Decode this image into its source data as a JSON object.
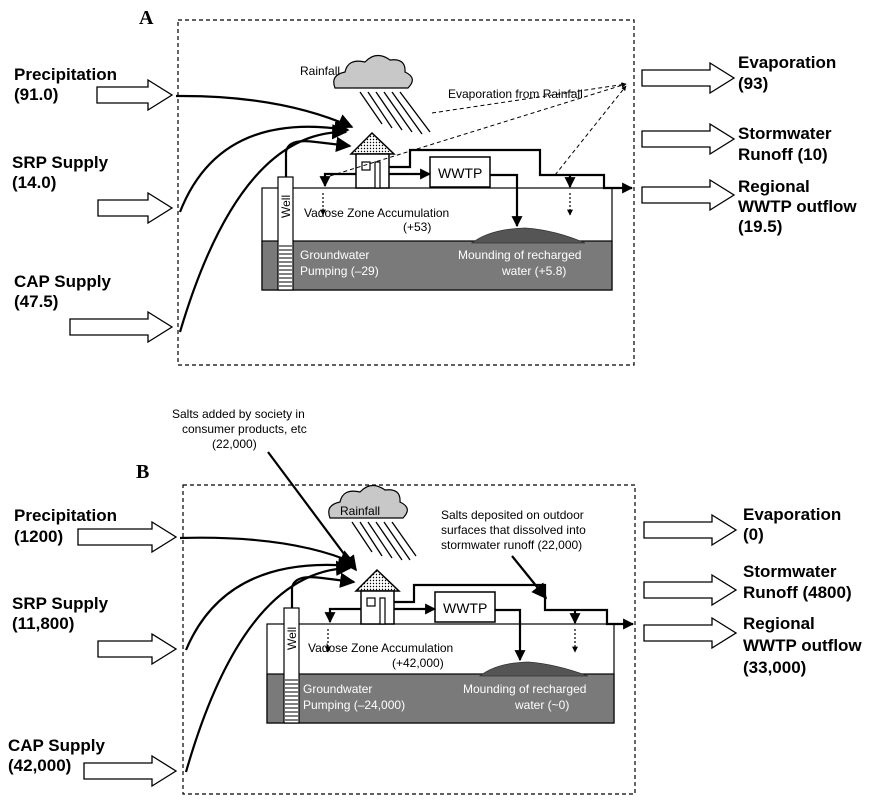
{
  "panel_a": {
    "letter": "A",
    "inputs": {
      "precipitation": {
        "label": "Precipitation",
        "value": "(91.0)"
      },
      "srp": {
        "label": "SRP Supply",
        "value": "(14.0)"
      },
      "cap": {
        "label": "CAP Supply",
        "value": "(47.5)"
      }
    },
    "outputs": {
      "evaporation": {
        "label": "Evaporation",
        "value": "(93)"
      },
      "stormwater": {
        "line1": "Stormwater",
        "line2": "Runoff (10)"
      },
      "wwtp_outflow": {
        "line1": "Regional",
        "line2": "WWTP outflow",
        "line3": "(19.5)"
      }
    },
    "rainfall": "Rainfall",
    "evap_from_rainfall": "Evaporation from Rainfall",
    "wwtp": "WWTP",
    "well": "Well",
    "vadose": {
      "line1": "Vadose Zone Accumulation",
      "line2": "(+53)"
    },
    "groundwater": {
      "line1": "Groundwater",
      "line2": "Pumping (–29)"
    },
    "mounding": {
      "line1": "Mounding of recharged",
      "line2": "water (+5.8)"
    }
  },
  "panel_b": {
    "letter": "B",
    "salts_added": {
      "line1": "Salts added by society in",
      "line2": "consumer products, etc",
      "line3": "(22,000)"
    },
    "inputs": {
      "precipitation": {
        "label": "Precipitation",
        "value": "(1200)"
      },
      "srp": {
        "label": "SRP Supply",
        "value": "(11,800)"
      },
      "cap": {
        "label": "CAP Supply",
        "value": "(42,000)"
      }
    },
    "outputs": {
      "evaporation": {
        "label": "Evaporation",
        "value": "(0)"
      },
      "stormwater": {
        "line1": "Stormwater",
        "line2": "Runoff (4800)"
      },
      "wwtp_outflow": {
        "line1": "Regional",
        "line2": "WWTP outflow",
        "line3": "(33,000)"
      }
    },
    "rainfall": "Rainfall",
    "salts_deposited": {
      "line1": "Salts deposited on outdoor",
      "line2": "surfaces that dissolved into",
      "line3": "stormwater runoff (22,000)"
    },
    "wwtp": "WWTP",
    "well": "Well",
    "vadose": {
      "line1": "Vadose Zone Accumulation",
      "line2": "(+42,000)"
    },
    "groundwater": {
      "line1": "Groundwater",
      "line2": "Pumping (–24,000)"
    },
    "mounding": {
      "line1": "Mounding of recharged",
      "line2": "water (~0)"
    }
  },
  "colors": {
    "groundwater_fill": "#7a7a7a",
    "background": "#ffffff",
    "line": "#000000"
  }
}
